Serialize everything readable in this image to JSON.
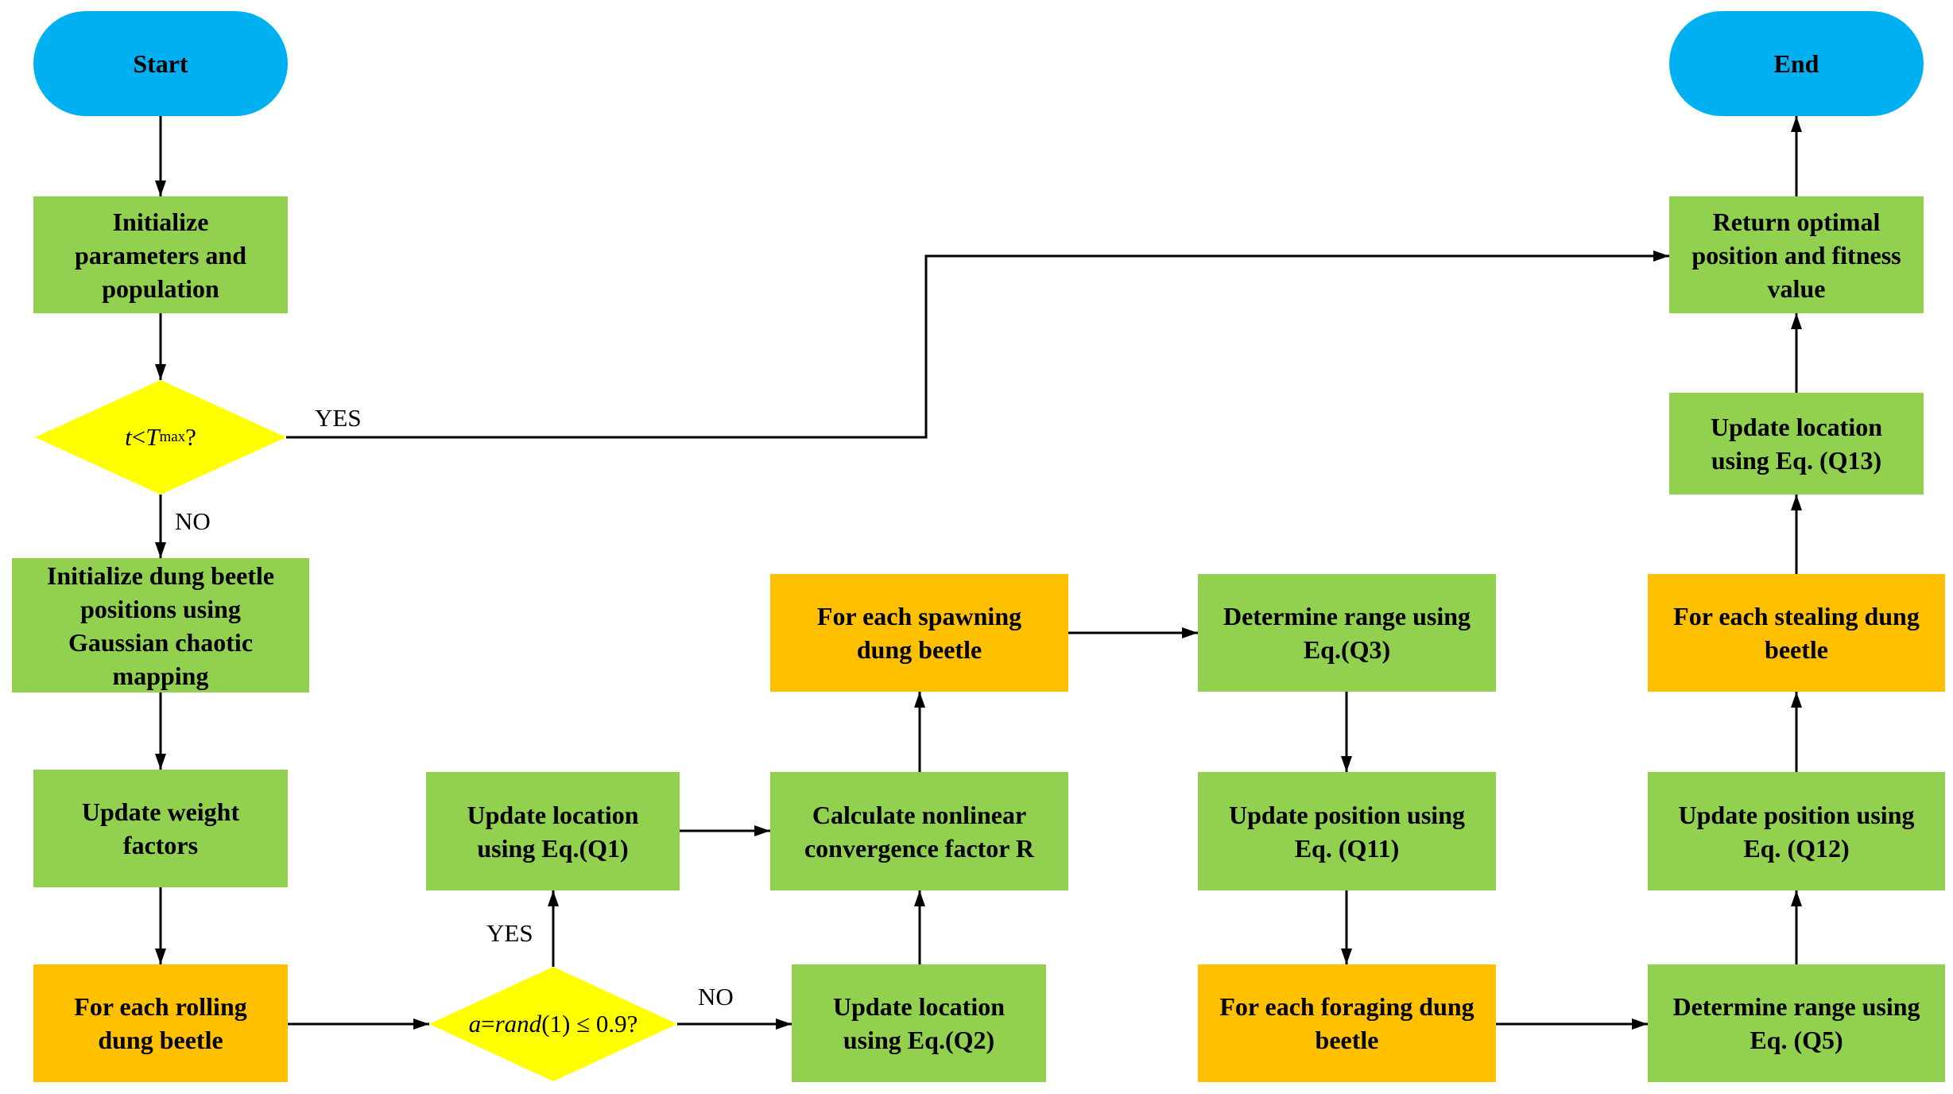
{
  "nodes": {
    "start": "Start",
    "end": "End",
    "init": "Initialize\nparameters and\npopulation",
    "init_dung": "Initialize dung beetle\npositions using\nGaussian chaotic\nmapping",
    "update_weight": "Update weight\nfactors",
    "rolling": "For each rolling\ndung beetle",
    "update_q1": "Update location\nusing Eq.(Q1)",
    "update_q2": "Update location\nusing Eq.(Q2)",
    "calc_r": "Calculate nonlinear\nconvergence factor R",
    "spawning": "For each spawning\ndung beetle",
    "range_q3": "Determine range using\nEq.(Q3)",
    "pos_q11": "Update position using\nEq. (Q11)",
    "foraging": "For each foraging dung\nbeetle",
    "range_q5": "Determine range using\nEq. (Q5)",
    "pos_q12": "Update position using\nEq. (Q12)",
    "stealing": "For each stealing dung\nbeetle",
    "loc_q13": "Update location\nusing Eq. (Q13)",
    "return": "Return optimal\nposition and fitness\nvalue"
  },
  "decisions": {
    "loop": {
      "var": "t",
      "op": " < ",
      "sym": "T",
      "sub": "max",
      "tail": " ?"
    },
    "rand": {
      "lhs": "a",
      "eq": " = ",
      "fn": "rand",
      "arg": "(1) ≤ 0.9?"
    }
  },
  "edge_labels": {
    "loop_yes": "YES",
    "loop_no": "NO",
    "rand_yes": "YES",
    "rand_no": "NO"
  },
  "colors": {
    "process": "#92d050",
    "loop_step": "#ffc000",
    "terminal": "#00b0f0",
    "decision": "#ffff00",
    "line": "#000000"
  }
}
